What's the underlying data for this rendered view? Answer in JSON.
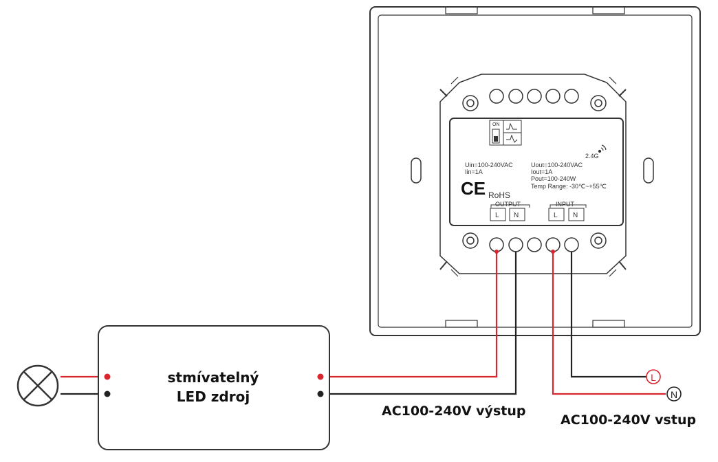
{
  "colors": {
    "live": "#d9252d",
    "neutral": "#222222",
    "outline": "#333333"
  },
  "switch": {
    "on_label": "ON"
  },
  "label": {
    "uin": "Uin=100-240VAC",
    "iin": "Iin=1A",
    "uout": "Uout=100-240VAC",
    "iout": "Iout=1A",
    "pout": "Pout=100-240W",
    "temp": "Temp Range: -30℃~+55℃",
    "freq": "2.4G",
    "ce": "CE",
    "rohs": "RoHS",
    "output": "OUTPUT",
    "input": "INPUT",
    "out_l": "L",
    "out_n": "N",
    "in_l": "L",
    "in_n": "N"
  },
  "driver": {
    "line1": "stmívatelný",
    "line2": "LED zdroj"
  },
  "terminals": {
    "l": "L",
    "n": "N"
  },
  "captions": {
    "output": "AC100-240V výstup",
    "input": "AC100-240V vstup"
  }
}
